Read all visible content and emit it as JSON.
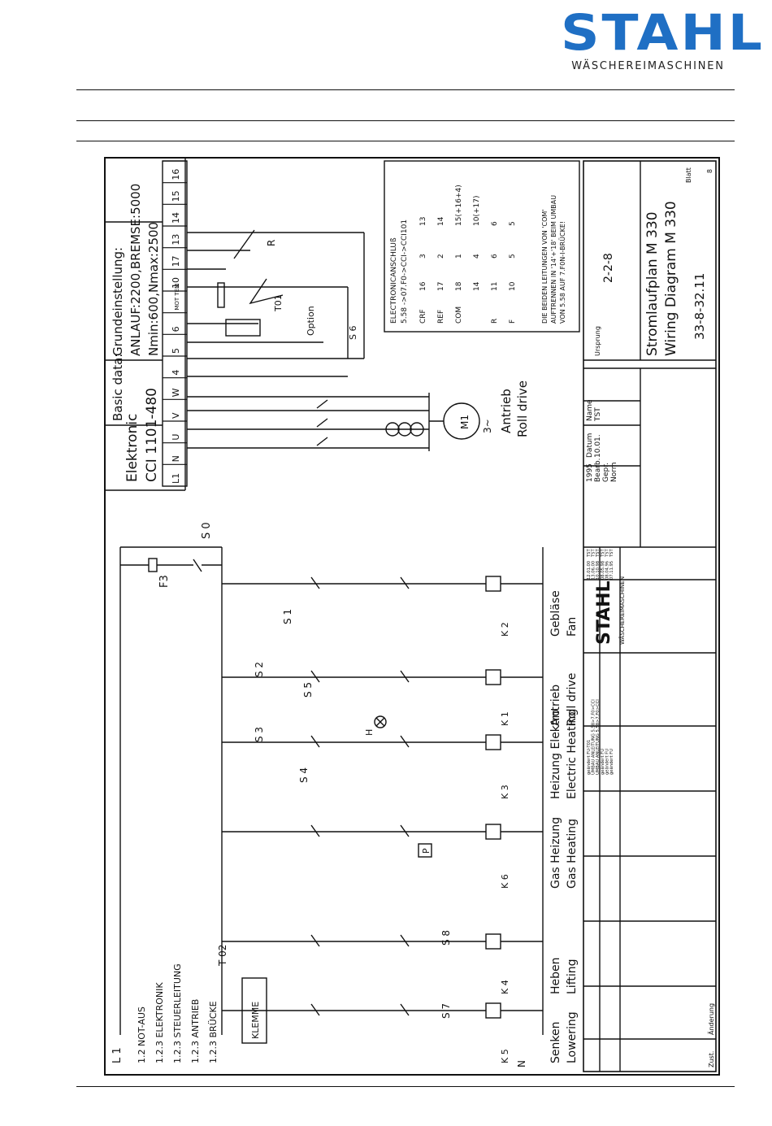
{
  "header": {
    "logo_word": "STAHL",
    "logo_tagline": "WÄSCHEREIMASCHINEN"
  },
  "diagram": {
    "electronic": {
      "title": "Elektronic",
      "model": "CCI 1101-480",
      "basic_data_label": "Basic data:",
      "grundeinstellung": "Grundeinstellung:",
      "setting1": "ANLAUF:2200,BREMSE:5000",
      "setting2": "Nmin:600,Nmax:2500",
      "terminals": [
        "L1",
        "N",
        "U",
        "V",
        "W",
        "4",
        "5",
        "6",
        "MOT TEM",
        "10",
        "17",
        "13",
        "14",
        "15",
        "16"
      ]
    },
    "motor": {
      "label": "M1",
      "phase": "3~",
      "de": "Antrieb",
      "en": "Roll drive"
    },
    "electronic_connection": {
      "title": "ELECTRONICANSCHLUß",
      "subtitle": "5.58 ->07.F0->CCI->CCI101",
      "rows": [
        [
          "CRF",
          "16",
          "3",
          "13"
        ],
        [
          "REF",
          "17",
          "2",
          "14"
        ],
        [
          "COM",
          "18",
          "1",
          "15(+16+4)"
        ],
        [
          "",
          "14",
          "4",
          "10(+17)"
        ],
        [
          "R",
          "11",
          "6",
          "6"
        ],
        [
          "F",
          "10",
          "5",
          "5"
        ]
      ],
      "note": [
        "DIE BEIDEN LEITUNGEN VON 'COM'",
        "AUFTRENNEN IN '14'+'18' BEIM UMBAU",
        "VON 5.58 AUF 7.F0N-I-BRÜCKE!"
      ]
    },
    "legend": {
      "line": "L 1",
      "items": [
        "1.2 NOT-AUS",
        "1.2.3 ELEKTRONIK",
        "1.2.3 STEUERLEITUNG",
        "1.2.3 ANTRIEB",
        "1.2.3 BRÜCKE"
      ],
      "klemme": "KLEMME",
      "n_label": "N"
    },
    "loads": [
      {
        "coil": "K 5",
        "de": "Senken",
        "en": "Lowering"
      },
      {
        "coil": "K 4",
        "de": "Heben",
        "en": "Lifting"
      },
      {
        "coil": "K 6",
        "de": "Gas Heizung",
        "en": "Gas Heating"
      },
      {
        "coil": "K 3",
        "de": "Heizung Elektro",
        "en": "Electric Heating"
      },
      {
        "coil": "K 1",
        "de": "Antrieb",
        "en": "Roll drive"
      },
      {
        "coil": "K 2",
        "de": "Gebläse",
        "en": "Fan"
      }
    ],
    "components": {
      "fuse": "F3",
      "emergency": "S 0",
      "switches": [
        "S 1",
        "S 2",
        "S 3",
        "S 4",
        "S 5",
        "S 7",
        "S 8"
      ],
      "lamp": "H",
      "pressure": "P",
      "timer": "T 02",
      "thermostat": "T01",
      "s6": "S 6",
      "option": "Option",
      "pot": "R"
    },
    "title_block": {
      "de": "Stromlaufplan M 330",
      "en": "Wiring Diagram M 330",
      "number": "33-8-32.11",
      "page": "2-2-8",
      "drawn_year": "1995",
      "bearb_label": "Bearb.",
      "bearb_date": "10.01.",
      "bearb_name": "TST",
      "gepr": "Gepr.",
      "norm": "Norm",
      "datum_label": "Datum",
      "name_label": "Name",
      "zust": "Zust.",
      "aenderung": "Änderung",
      "blatt": "Blatt",
      "blatt_no": "8",
      "ursprung": "Ursprung",
      "company": "WÄSCHEREIMASCHINEN",
      "revisions": [
        [
          "geändert FU-T01",
          "12.01.00",
          "TST"
        ],
        [
          "UMBAU ANLEITUNG 5.58>7.F0>CCI",
          "13.06.00",
          "TST"
        ],
        [
          "UMBAU ANLEITUNG 5.58>7.F0>CCI",
          "10.10.98",
          "TST"
        ],
        [
          "geändert FU",
          "08.05.98",
          "TST"
        ],
        [
          "geändert FU",
          "08.04.96",
          "TST"
        ],
        [
          "geändert FU",
          "07.11.95",
          "TST"
        ]
      ]
    }
  }
}
